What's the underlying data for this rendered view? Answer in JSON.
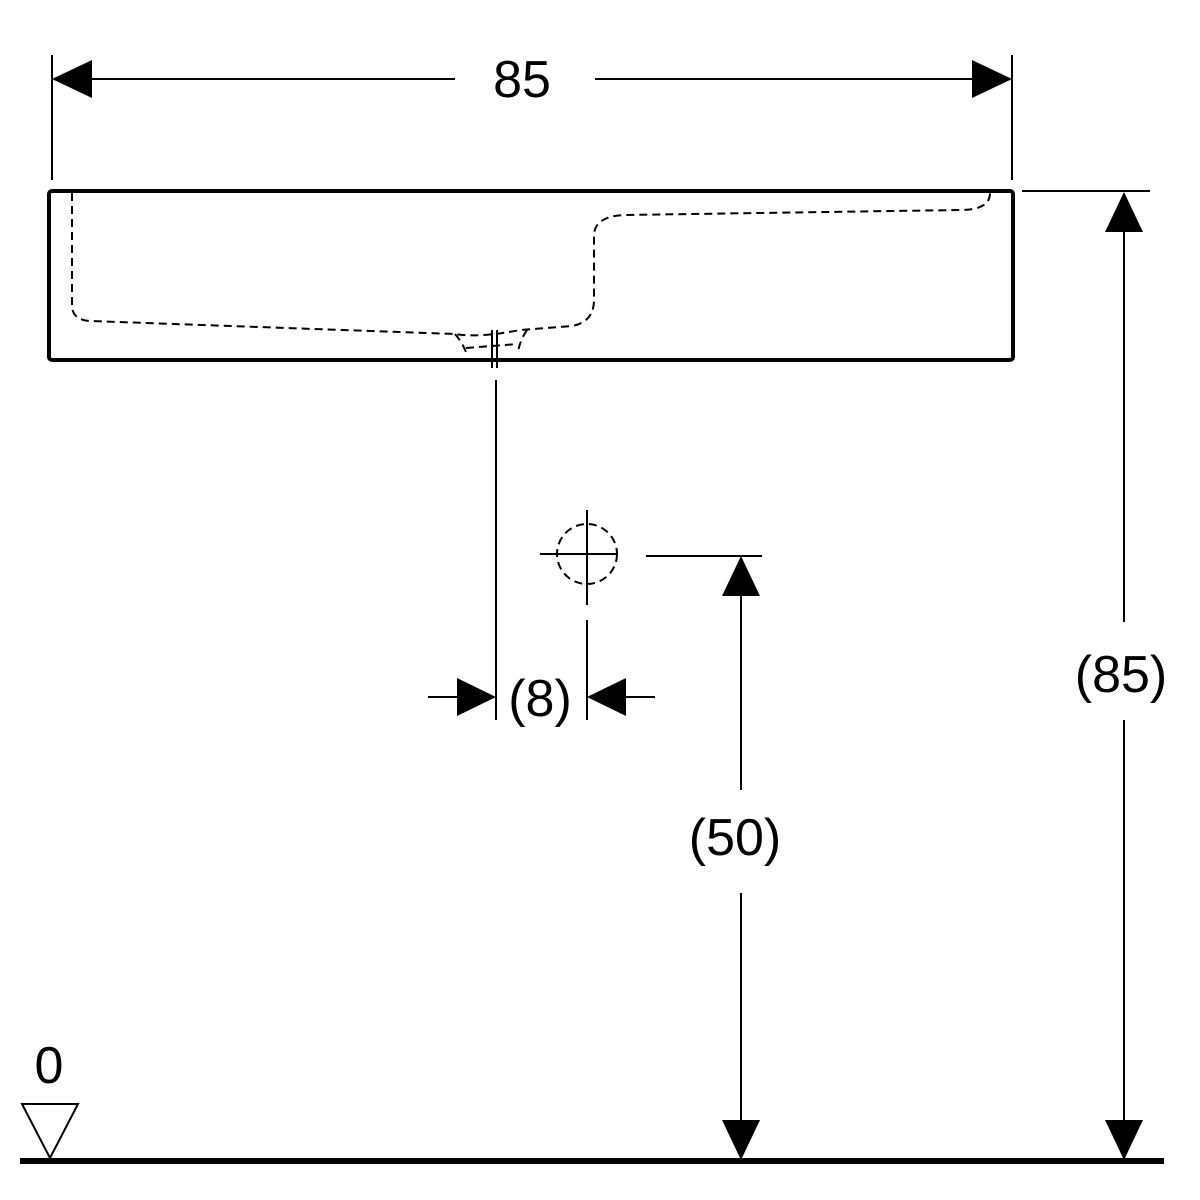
{
  "drawing": {
    "colors": {
      "line": "#000000",
      "background": "#ffffff"
    },
    "dimensions": {
      "width_top": "85",
      "height_overall": "(85)",
      "drain_height": "(50)",
      "drain_offset": "(8)",
      "floor_level": "0"
    },
    "symbols": {
      "floor_marker": "triangle-level-icon",
      "drain_marker": "circle-crosshair-icon"
    }
  }
}
